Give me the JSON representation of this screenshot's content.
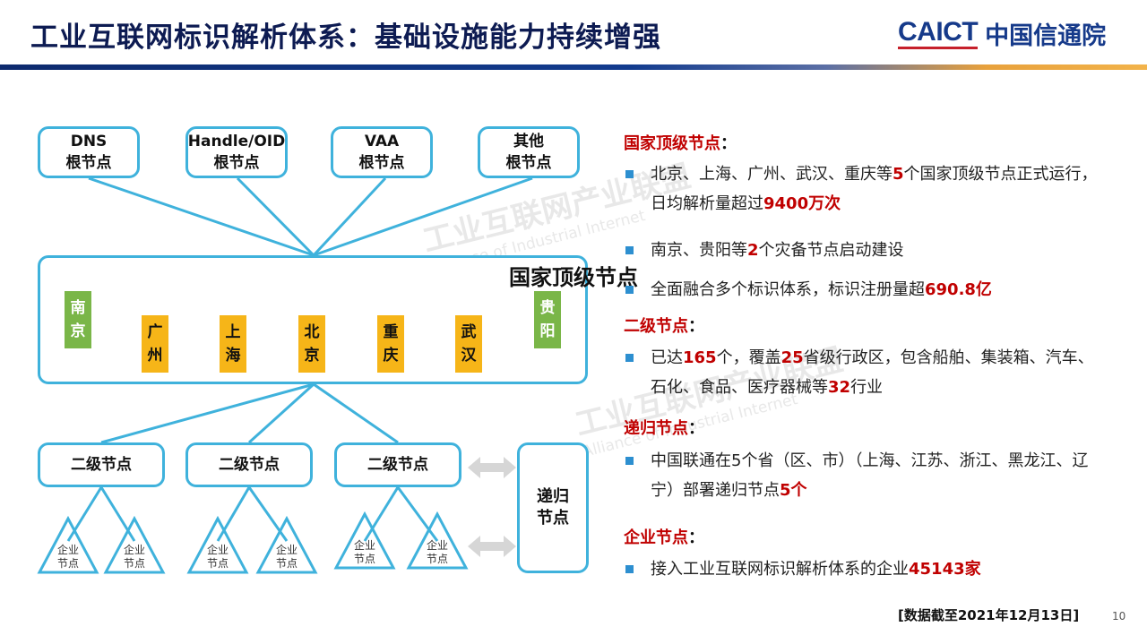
{
  "header": {
    "title": "工业互联网标识解析体系：基础设施能力持续增强",
    "logo_en": "CAICT",
    "logo_cn": "中国信通院"
  },
  "watermark": {
    "line1": "工业互联网产业联盟",
    "line2": "Alliance of Industrial Internet"
  },
  "diagram": {
    "roots": [
      {
        "line1": "DNS",
        "line2": "根节点"
      },
      {
        "line1": "Handle/OID",
        "line2": "根节点"
      },
      {
        "line1": "VAA",
        "line2": "根节点"
      },
      {
        "line1": "其他",
        "line2": "根节点"
      }
    ],
    "national_title": "国家顶级节点",
    "national_nodes": [
      {
        "c1": "南",
        "c2": "京"
      },
      {
        "c1": "广",
        "c2": "州"
      },
      {
        "c1": "上",
        "c2": "海"
      },
      {
        "c1": "北",
        "c2": "京"
      },
      {
        "c1": "重",
        "c2": "庆"
      },
      {
        "c1": "武",
        "c2": "汉"
      },
      {
        "c1": "贵",
        "c2": "阳"
      }
    ],
    "second_level": [
      "二级节点",
      "二级节点",
      "二级节点"
    ],
    "recursive": {
      "line1": "递归",
      "line2": "节点"
    },
    "enterprise": {
      "line1": "企业",
      "line2": "节点"
    }
  },
  "right": {
    "sec1": {
      "title": "国家顶级节点",
      "colon": "："
    },
    "b1": {
      "t1": "北京、上海、广州、武汉、重庆等",
      "h1": "5",
      "t2": "个国家顶级节点正式运行，日均解析量超过",
      "h2": "9400万次"
    },
    "b2": {
      "t1": "南京、贵阳等",
      "h1": "2",
      "t2": "个灾备节点启动建设"
    },
    "b3": {
      "t1": "全面融合多个标识体系，标识注册量超",
      "h1": "690.8亿"
    },
    "sec2": {
      "title": "二级节点",
      "colon": "："
    },
    "b4": {
      "t1": "已达",
      "h1": "165",
      "t2": "个，覆盖",
      "h2": "25",
      "t3": "省级行政区，包含船舶、集装箱、汽车、石化、食品、医疗器械等",
      "h3": "32",
      "t4": "行业"
    },
    "sec3": {
      "title": "递归节点",
      "colon": "："
    },
    "b5": {
      "t1": "中国联通在5个省（区、市）（上海、江苏、浙江、黑龙江、辽宁）部署递归节点",
      "h1": "5个"
    },
    "sec4": {
      "title": "企业节点",
      "colon": "："
    },
    "b6": {
      "t1": "接入工业互联网标识解析体系的企业",
      "h1": "45143家"
    }
  },
  "footer": {
    "note": "[数据截至2021年12月13日]",
    "page": "10"
  },
  "colors": {
    "title": "#0d1b52",
    "accent_red": "#c00000",
    "box_border": "#3fb2dc",
    "node_green": "#7ab648",
    "node_orange": "#f6b518",
    "bullet_blue": "#2d8fd0"
  }
}
